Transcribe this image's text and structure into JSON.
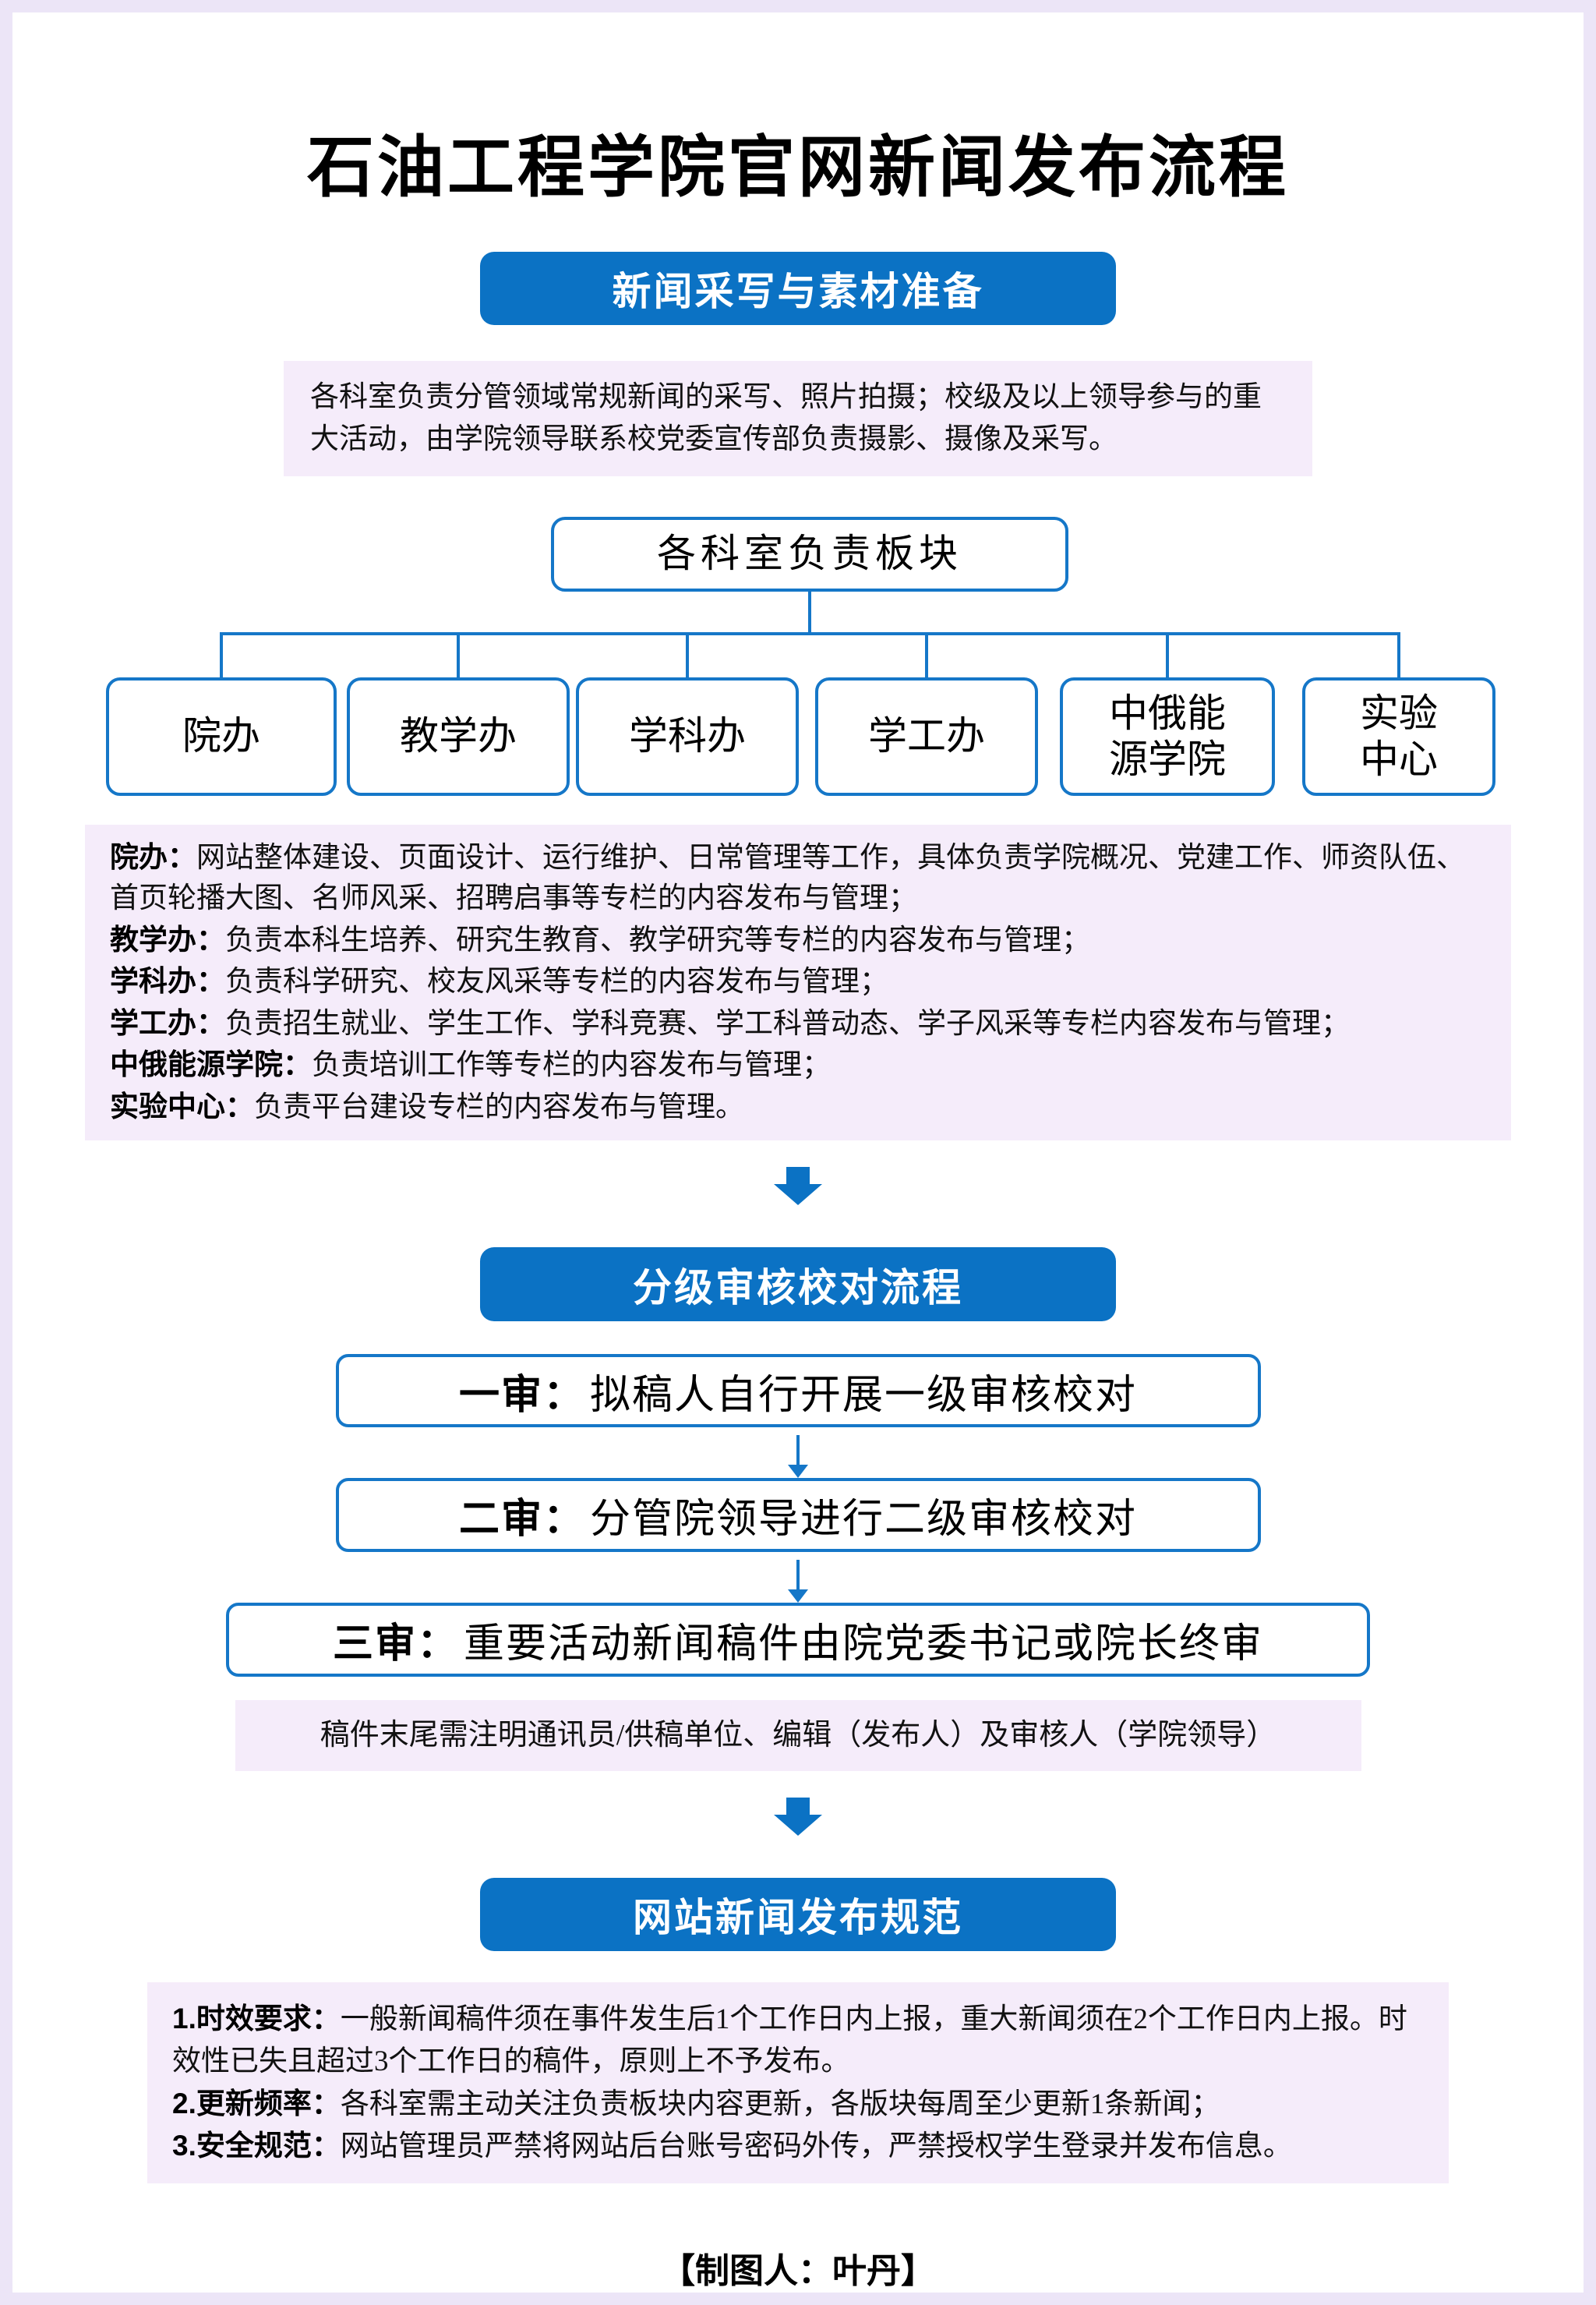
{
  "colors": {
    "accent_blue": "#0b72c4",
    "border_blue": "#1577c8",
    "lavender": "#f5ecfa",
    "text_dark": "#111111"
  },
  "page": {
    "title": "石油工程学院官网新闻发布流程",
    "footer": "【制图人：叶丹】"
  },
  "s1": {
    "header": "新闻采写与素材准备",
    "intro": "各科室负责分管领域常规新闻的采写、照片拍摄；校级及以上领导参与的重大活动，由学院领导联系校党委宣传部负责摄影、摄像及采写。",
    "root": "各科室负责板块",
    "departments": [
      "院办",
      "教学办",
      "学科办",
      "学工办",
      "中俄能\n源学院",
      "实验\n中心"
    ],
    "responsibilities": [
      {
        "label": "院办：",
        "text": "网站整体建设、页面设计、运行维护、日常管理等工作，具体负责学院概况、党建工作、师资队伍、首页轮播大图、名师风采、招聘启事等专栏的内容发布与管理；"
      },
      {
        "label": "教学办：",
        "text": "负责本科生培养、研究生教育、教学研究等专栏的内容发布与管理；"
      },
      {
        "label": "学科办：",
        "text": "负责科学研究、校友风采等专栏的内容发布与管理；"
      },
      {
        "label": "学工办：",
        "text": "负责招生就业、学生工作、学科竞赛、学工科普动态、学子风采等专栏内容发布与管理；"
      },
      {
        "label": "中俄能源学院：",
        "text": "负责培训工作等专栏的内容发布与管理；"
      },
      {
        "label": "实验中心：",
        "text": "负责平台建设专栏的内容发布与管理。"
      }
    ]
  },
  "s2": {
    "header": "分级审核校对流程",
    "steps": [
      {
        "label": "一审：",
        "text": "拟稿人自行开展一级审核校对"
      },
      {
        "label": "二审：",
        "text": "分管院领导进行二级审核校对"
      },
      {
        "label": "三审：",
        "text": "重要活动新闻稿件由院党委书记或院长终审"
      }
    ],
    "note": "稿件末尾需注明通讯员/供稿单位、编辑（发布人）及审核人（学院领导）"
  },
  "s3": {
    "header": "网站新闻发布规范",
    "rules": [
      {
        "label": "1.时效要求：",
        "text": "一般新闻稿件须在事件发生后1个工作日内上报，重大新闻须在2个工作日内上报。时效性已失且超过3个工作日的稿件，原则上不予发布。"
      },
      {
        "label": "2.更新频率：",
        "text": "各科室需主动关注负责板块内容更新，各版块每周至少更新1条新闻；"
      },
      {
        "label": "3.安全规范：",
        "text": "网站管理员严禁将网站后台账号密码外传，严禁授权学生登录并发布信息。"
      }
    ]
  }
}
